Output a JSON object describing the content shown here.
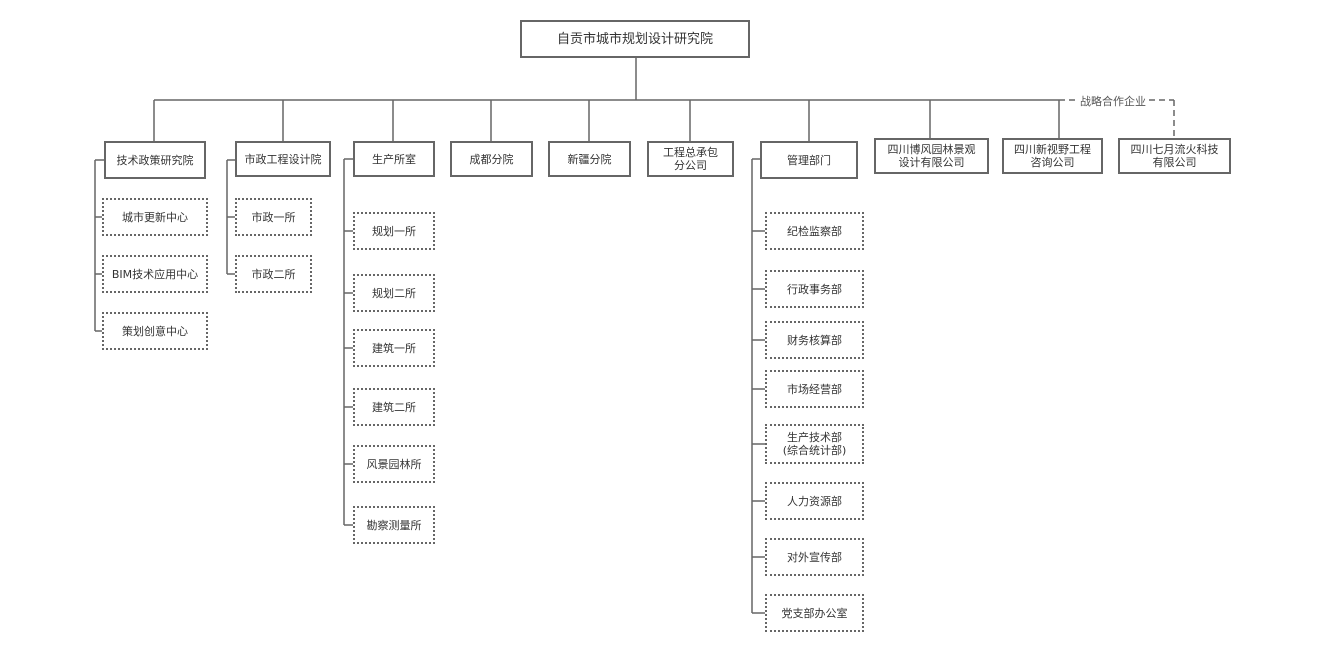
{
  "root": "自贡市城市规划设计研究院",
  "partner_label": "战略合作企业",
  "departments": {
    "tech_policy": {
      "label": "技术政策研究院",
      "children": [
        "城市更新中心",
        "BIM技术应用中心",
        "策划创意中心"
      ]
    },
    "municipal": {
      "label": "市政工程设计院",
      "children": [
        "市政一所",
        "市政二所"
      ]
    },
    "production": {
      "label": "生产所室",
      "children": [
        "规划一所",
        "规划二所",
        "建筑一所",
        "建筑二所",
        "风景园林所",
        "勘察测量所"
      ]
    },
    "chengdu": {
      "label": "成都分院"
    },
    "xinjiang": {
      "label": "新疆分院"
    },
    "epc": {
      "label": "工程总承包\n分公司"
    },
    "management": {
      "label": "管理部门",
      "children": [
        "纪检监察部",
        "行政事务部",
        "财务核算部",
        "市场经营部",
        "生产技术部\n(综合统计部)",
        "人力资源部",
        "对外宣传部",
        "党支部办公室"
      ]
    },
    "bofeng": {
      "label": "四川博风园林景观\n设计有限公司"
    },
    "xinshiye": {
      "label": "四川新视野工程\n咨询公司"
    },
    "qiyue": {
      "label": "四川七月流火科技\n有限公司"
    }
  }
}
